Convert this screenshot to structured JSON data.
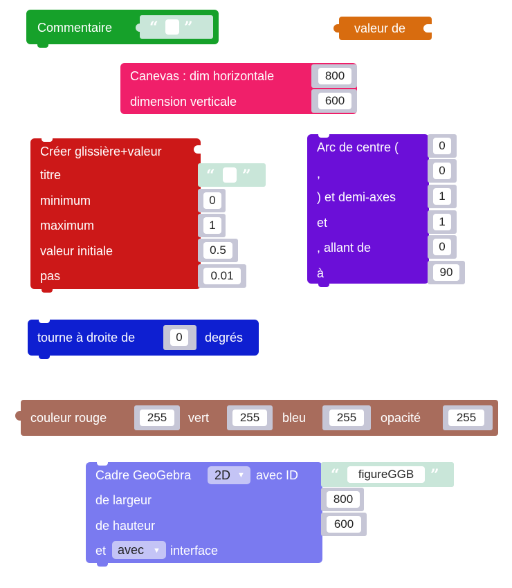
{
  "colors": {
    "comment": "#16a12a",
    "variable": "#d86c0f",
    "canvas": "#f01f6a",
    "slider": "#cc1818",
    "arc": "#6b0fd8",
    "turn": "#0e1fd1",
    "color": "#a86c5c",
    "geogebra": "#7a7af0",
    "text_socket": "#c9e6d9",
    "number_socket": "#c6c6d6"
  },
  "comment_block": {
    "label": "Commentaire",
    "open_quote": "“",
    "close_quote": "”"
  },
  "variable_block": {
    "label": "valeur de"
  },
  "canvas_block": {
    "label_width": "Canevas : dim horizontale",
    "width_value": "800",
    "label_height": "dimension verticale",
    "height_value": "600"
  },
  "slider_block": {
    "header": "Créer glissière+valeur",
    "title_label": "titre",
    "title_open_quote": "“",
    "title_close_quote": "”",
    "min_label": "minimum",
    "min_value": "0",
    "max_label": "maximum",
    "max_value": "1",
    "init_label": "valeur initiale",
    "init_value": "0.5",
    "step_label": "pas",
    "step_value": "0.01"
  },
  "arc_block": {
    "l1": "Arc de centre (",
    "v1": "0",
    "l2": ",",
    "v2": "0",
    "l3": ") et demi-axes",
    "v3": "1",
    "l4": "et",
    "v4": "1",
    "l5": ", allant de",
    "v5": "0",
    "l6": "à",
    "v6": "90"
  },
  "turn_block": {
    "label": "tourne à droite de",
    "value": "0",
    "unit": "degrés"
  },
  "color_block": {
    "red_label": "couleur rouge",
    "red_value": "255",
    "green_label": "vert",
    "green_value": "255",
    "blue_label": "bleu",
    "blue_value": "255",
    "alpha_label": "opacité",
    "alpha_value": "255"
  },
  "geogebra_block": {
    "label": "Cadre GeoGebra",
    "mode_value": "2D",
    "id_label": "avec ID",
    "id_open_quote": "“",
    "id_value": "figureGGB",
    "id_close_quote": "”",
    "width_label": "de largeur",
    "width_value": "800",
    "height_label": "de hauteur",
    "height_value": "600",
    "interface_prefix": "et",
    "interface_value": "avec",
    "interface_suffix": "interface"
  }
}
